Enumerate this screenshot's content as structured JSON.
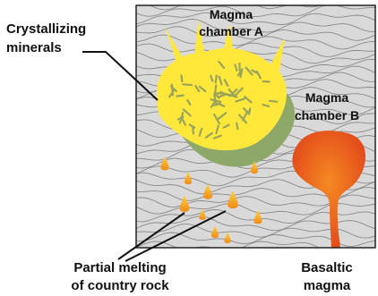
{
  "labels": {
    "crystallizing_minerals": {
      "line1": "Crystallizing",
      "line2": "minerals"
    },
    "magma_chamber_a": {
      "line1": "Magma",
      "line2": "chamber A"
    },
    "magma_chamber_b": {
      "line1": "Magma",
      "line2": "chamber B"
    },
    "partial_melting": {
      "line1": "Partial melting",
      "line2": "of country rock"
    },
    "basaltic_magma": {
      "line1": "Basaltic",
      "line2": "magma"
    }
  },
  "colors": {
    "country_rock": "#d9d9d9",
    "rock_contours": "#8a8a8a",
    "chamber_a_fill": "#ffe83a",
    "chamber_a_base": "#8ea86a",
    "crystals": "#9aa45a",
    "chamber_b_fill": "#e8501a",
    "chamber_b_core": "#f07a1e",
    "melt_droplets": "#f59a1e",
    "pointer_lines": "#111111",
    "frame": "#222222"
  }
}
